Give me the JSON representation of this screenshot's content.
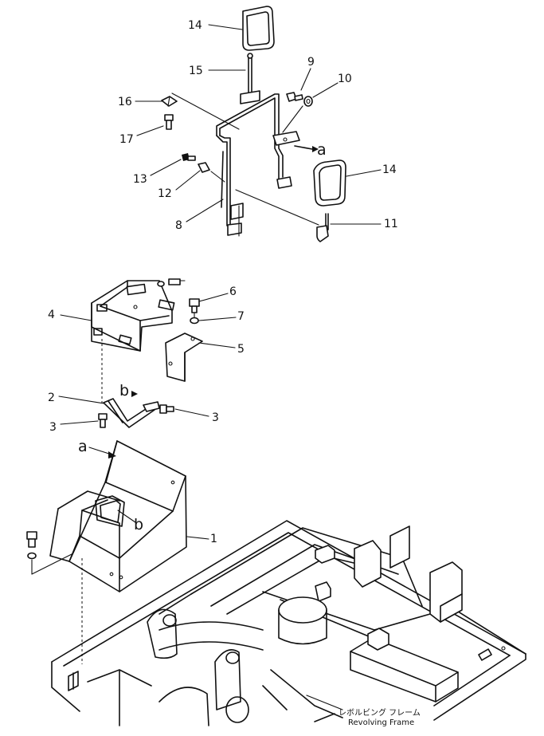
{
  "callouts": {
    "c14a": "14",
    "c15": "15",
    "c9": "9",
    "c10": "10",
    "c16": "16",
    "c17": "17",
    "c13": "13",
    "c12": "12",
    "c8": "8",
    "c14b": "14",
    "c11": "11",
    "c6": "6",
    "c4": "4",
    "c7": "7",
    "c5": "5",
    "c2": "2",
    "c3a": "3",
    "c3b": "3",
    "c1": "1"
  },
  "refs": {
    "a_top": "a",
    "b_mid": "b",
    "a_low": "a",
    "b_low": "b"
  },
  "caption": {
    "japanese": "レボルビング フレーム",
    "english": "Revolving Frame"
  }
}
